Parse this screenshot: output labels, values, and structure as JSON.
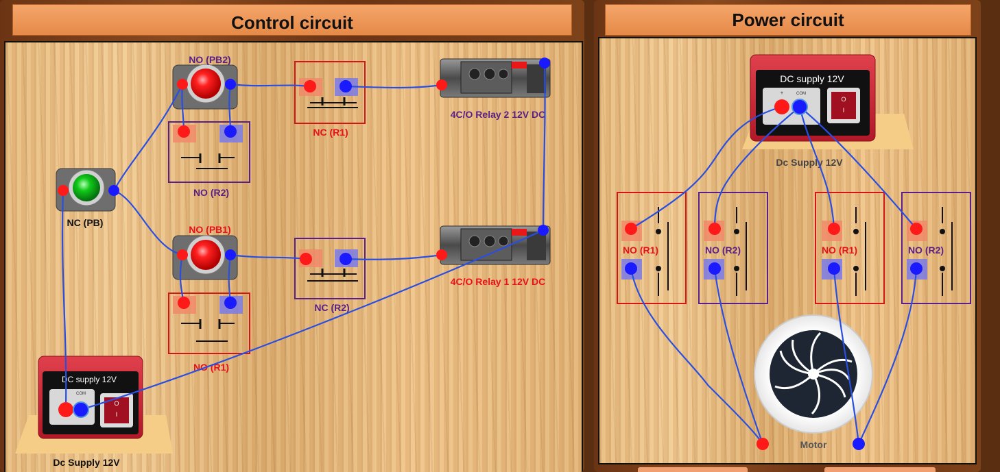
{
  "control": {
    "title": "Control circuit",
    "labels": {
      "no_pb2": "NO (PB2)",
      "no_pb1": "NO (PB1)",
      "nc_pb": "NC (PB)",
      "nc_r1": "NC (R1)",
      "nc_r2": "NC (R2)",
      "no_r2": "NO (R2)",
      "no_r1": "NO (R1)",
      "relay2": "4C/O Relay 2 12V DC",
      "relay1": "4C/O Relay 1 12V DC",
      "supply": "Dc Supply 12V",
      "supply_display": "DC supply 12V",
      "com": "COM"
    }
  },
  "power": {
    "title": "Power circuit",
    "labels": {
      "supply_display": "DC supply 12V",
      "plus": "+",
      "com": "COM",
      "supply": "Dc Supply 12V",
      "no_r1_a": "NO (R1)",
      "no_r2_a": "NO (R2)",
      "no_r1_b": "NO (R1)",
      "no_r2_b": "NO (R2)",
      "motor": "Motor"
    }
  },
  "colors": {
    "wire": "#2a4fe0",
    "terminal_red": "#ff1a1a",
    "terminal_blue": "#1a1aff",
    "label_red": "#e8101a",
    "label_purple": "#5a1f86",
    "label_dark": "#111111",
    "box_red": "#d01616",
    "box_purple": "#5a1f86"
  }
}
